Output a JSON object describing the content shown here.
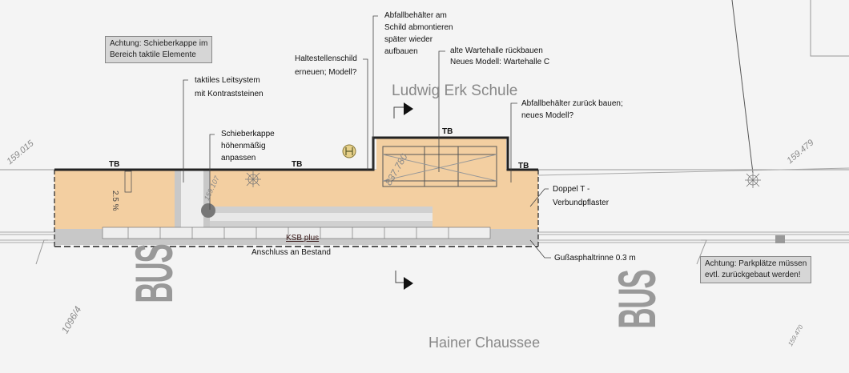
{
  "notes": {
    "schieberkappe_warning": [
      "Achtung:  Schieberkappe im",
      "Bereich taktile Elemente"
    ],
    "parking_warning": [
      "Achtung:  Parkplätze müssen",
      "evtl. zurückgebaut werden!"
    ]
  },
  "labels": {
    "tactile": [
      "taktiles Leitsystem",
      "mit Kontraststeinen"
    ],
    "schieberkappe": [
      "Schieberkappe",
      "höhenmäßig",
      "anpassen"
    ],
    "haltestellenschild": [
      "Haltestellenschild",
      "erneuen; Modell?"
    ],
    "abfall_schild": [
      "Abfallbehälter am",
      "Schild abmontieren",
      "später wieder",
      "aufbauen"
    ],
    "wartehalle": [
      "alte Wartehalle rückbauen",
      "Neues Modell: Wartehalle C"
    ],
    "abfall_zurueck": [
      "Abfallbehälter zurück bauen;",
      "neues Modell?"
    ],
    "pflaster": [
      "Doppel T -",
      "Verbundpflaster"
    ],
    "rinne": "Gußasphaltrinne 0.3 m",
    "ksb": "KSB plus",
    "anschluss": "Anschluss an Bestand",
    "slope": "2.5 %",
    "tb": "TB"
  },
  "streets": {
    "school": "Ludwig Erk Schule",
    "road": "Hainer Chaussee"
  },
  "markings": {
    "bus": "BUS"
  },
  "elevations": {
    "left": "159.015",
    "right": "159.479",
    "shelter": "837.780",
    "tactile": "159.107",
    "parcel": "1096/4",
    "bottom_right": "159.470"
  },
  "colors": {
    "platform": "#f3cfa1",
    "kerb": "#c8c8c8"
  }
}
